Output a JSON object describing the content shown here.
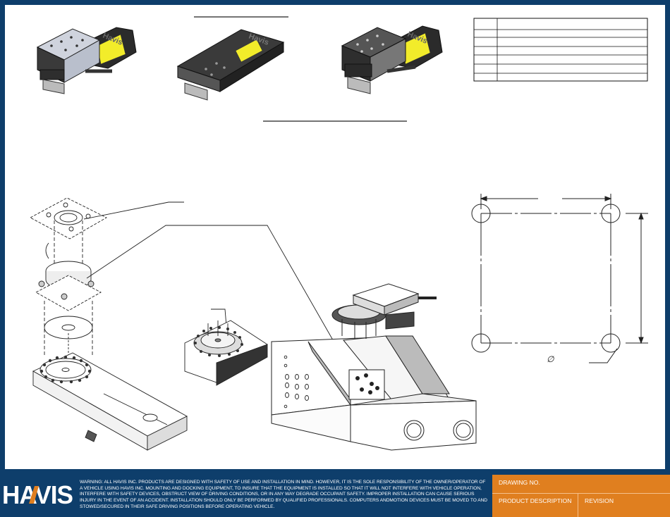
{
  "footer": {
    "brand": "HAVIS",
    "warning": "WARNING: ALL HAVIS INC. PRODUCTS ARE DESIGNED WITH SAFETY OF USE AND INSTALLATION IN MIND. HOWEVER, IT IS THE SOLE RESPONSIBILITY OF THE OWNER/OPERATOR OF A VEHICLE USING HAVIS INC. MOUNTING AND DOCKING EQUIPMENT, TO INSURE THAT THE EQUIPMENT IS INSTALLED SO THAT IT WILL NOT INTERFERE WITH VEHICLE OPERATION, INTERFERE WITH SAFETY DEVICES, OBSTRUCT VIEW OF DRIVING CONDITIONS, OR IN ANY WAY DEGRADE OCCUPANT SAFETY. IMPROPER INSTALLATION CAN CAUSE SERIOUS INJURY IN THE EVENT OF AN ACCIDENT. INSTALLATION SHOULD ONLY BE PERFORMED BY QUALIFIED PROFESSIONALS. COMPUTERS ANDMOTION DEVICES MUST BE MOVED TO AND STOWED/SECURED IN THEIR SAFE DRIVING POSITIONS BEFORE OPERATING VEHICLE."
  },
  "title_block": {
    "drawing_no": "DRAWING NO.",
    "product_description": "PRODUCT DESCRIPTION",
    "revision": "REVISION"
  },
  "drawing": {
    "diameter_symbol": "∅",
    "cradle_brand": "Havis"
  },
  "colors": {
    "frame": "#0e3e6b",
    "title_block": "#e07f1f",
    "highlight": "#f2ec2a",
    "ink": "#1a1a1a"
  }
}
